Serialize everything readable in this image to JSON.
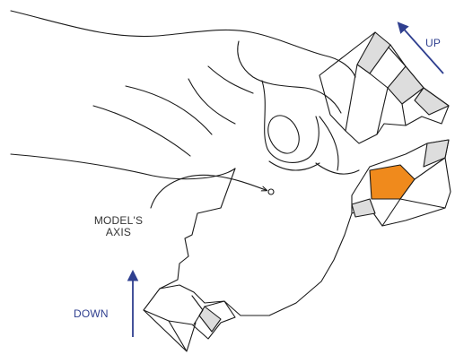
{
  "labels": {
    "up": "UP",
    "down": "DOWN",
    "axis_line1": "MODEL'S",
    "axis_line2": "AXIS"
  },
  "colors": {
    "line": "#1a1a1a",
    "direction": "#2f3f8f",
    "axis_text": "#333333",
    "highlight": "#f08a1c",
    "shade": "#dddddd"
  }
}
